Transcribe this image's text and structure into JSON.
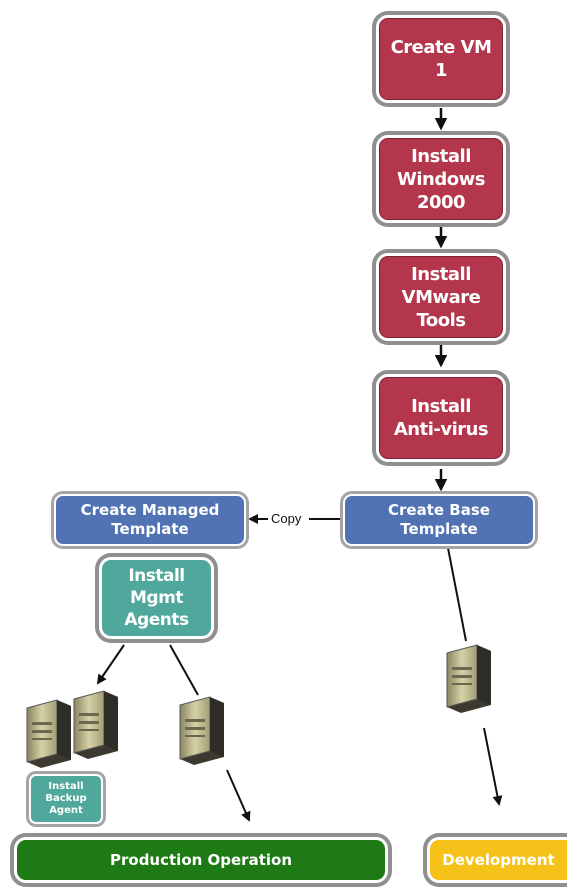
{
  "steps": {
    "create_vm": "Create VM\n1",
    "install_windows": "Install\nWindows\n2000",
    "install_vmware_tools": "Install\nVMware\nTools",
    "install_antivirus": "Install\nAnti-virus"
  },
  "templates": {
    "managed": "Create Managed\nTemplate",
    "base": "Create Base\nTemplate"
  },
  "copy_label": "Copy",
  "agents": {
    "mgmt": "Install\nMgmt\nAgents",
    "backup": "Install\nBackup\nAgent"
  },
  "outcomes": {
    "production": "Production Operation",
    "development": "Development"
  },
  "colors": {
    "process_red": "#b3364c",
    "template_blue": "#5273b3",
    "agent_teal": "#4fa89b",
    "production_green": "#1e7a14",
    "development_yellow": "#f5c21a"
  },
  "icons": [
    "server-icon"
  ]
}
